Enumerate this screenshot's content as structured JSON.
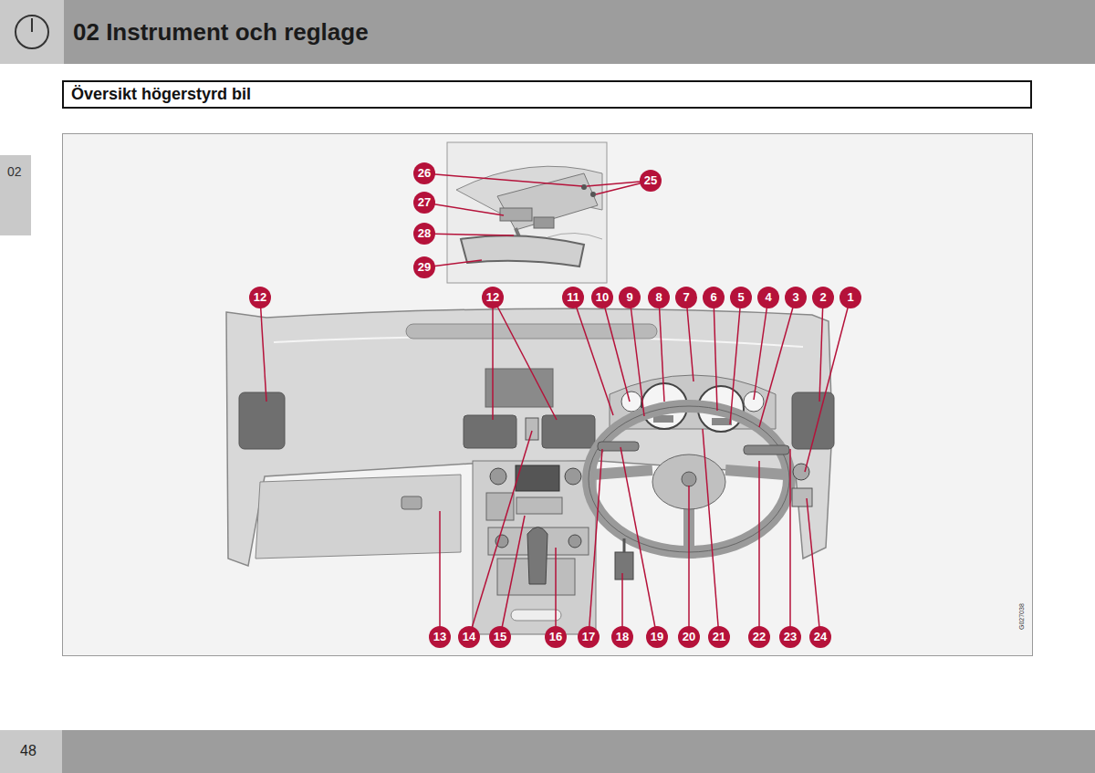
{
  "diagram": {
    "title": "02 Instrument och reglage",
    "nodes": [
      {
        "text": [
          "Översikt högerstyrd bil"
        ]
      }
    ],
    "labels": [
      "02",
      "26",
      "25",
      "27",
      "28",
      "29",
      "12",
      "12",
      "11",
      "10",
      "9",
      "8",
      "7",
      "6",
      "5",
      "4",
      "3",
      "2",
      "1",
      "13",
      "14",
      "15",
      "16",
      "17",
      "18",
      "19",
      "20",
      "21",
      "22",
      "23",
      "24",
      "G027038",
      "48"
    ]
  }
}
